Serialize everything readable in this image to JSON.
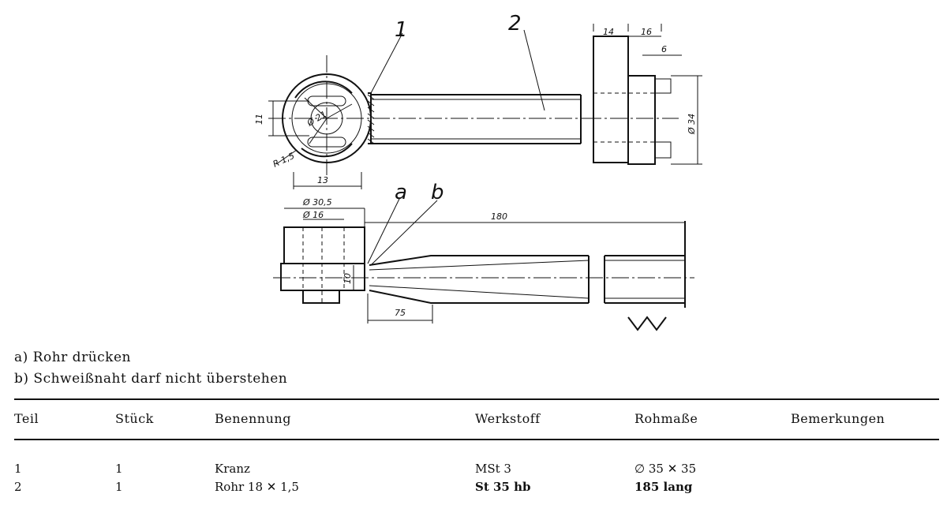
{
  "drawing": {
    "callouts": {
      "part1": "1",
      "part2": "2",
      "note_a": "a",
      "note_b": "b"
    },
    "dimensions": {
      "d14": "14",
      "d16": "16",
      "d6": "6",
      "dia34": "Ø 34",
      "d11": "11",
      "dia21": "Ø 21",
      "d13": "13",
      "r1_5": "R 1,5",
      "dia30_5": "Ø 30,5",
      "dia16": "Ø 16",
      "d10": "10",
      "d180": "180",
      "d75": "75"
    }
  },
  "notes": [
    "a) Rohr drücken",
    "b) Schweißnaht darf nicht überstehen"
  ],
  "table": {
    "headers": [
      "Teil",
      "Stück",
      "Benennung",
      "Werkstoff",
      "Rohmaße",
      "Bemerkungen"
    ],
    "rows": [
      [
        "1",
        "1",
        "Kranz",
        "MSt 3",
        "∅ 35 ✕ 35",
        ""
      ],
      [
        "2",
        "1",
        "Rohr 18 ✕ 1,5",
        "St 35 hb",
        "185 lang",
        ""
      ]
    ]
  }
}
